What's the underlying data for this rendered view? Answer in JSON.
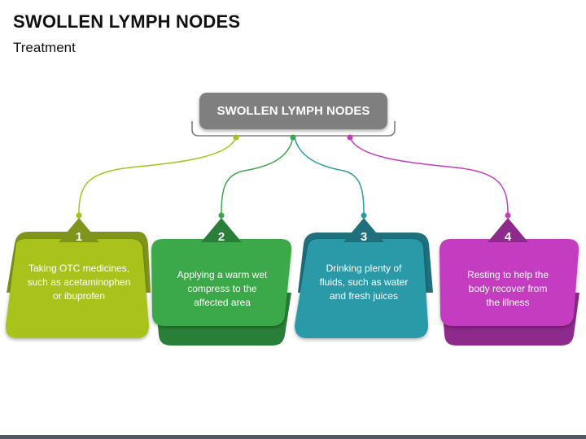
{
  "title": "SWOLLEN LYMPH NODES",
  "subtitle": "Treatment",
  "header": {
    "label": "SWOLLEN LYMPH NODES"
  },
  "cards": [
    {
      "number": "1",
      "text": "Taking OTC medicines, such as acetaminophen or ibuprofen",
      "color": "#a9c21b",
      "dark": "#7f941a"
    },
    {
      "number": "2",
      "text": "Applying a warm wet compress to the affected area",
      "color": "#3aa84a",
      "dark": "#2a7f38"
    },
    {
      "number": "3",
      "text": "Drinking plenty of fluids, such as water and fresh juices",
      "color": "#2a9aa9",
      "dark": "#1f6f7c"
    },
    {
      "number": "4",
      "text": "Resting to help the body recover from the illness",
      "color": "#c43cc0",
      "dark": "#8e2a8c"
    }
  ],
  "colors": {
    "header": "#7f7f7f",
    "bracket": "#7f7f7f"
  }
}
